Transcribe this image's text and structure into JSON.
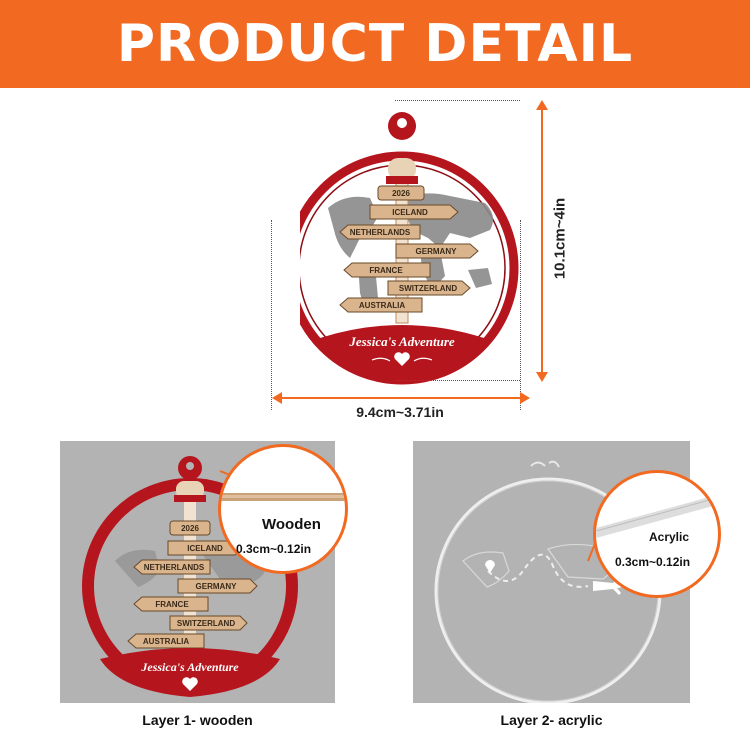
{
  "banner": {
    "title": "PRODUCT DETAIL"
  },
  "ornament": {
    "year": "2026",
    "signs": [
      "ICELAND",
      "NETHERLANDS",
      "GERMANY",
      "FRANCE",
      "SWITZERLAND",
      "AUSTRALIA"
    ],
    "banner_text": "Jessica's Adventure"
  },
  "dimensions": {
    "height": "10.1cm~4in",
    "width": "9.4cm~3.71in"
  },
  "layer1": {
    "material": "Wooden",
    "thickness": "0.3cm~0.12in",
    "caption": "Layer 1- wooden"
  },
  "layer2": {
    "material": "Acrylic",
    "thickness": "0.3cm~0.12in",
    "caption": "Layer 2- acrylic"
  },
  "colors": {
    "accent": "#f26a21",
    "ornament_red": "#b5161e",
    "wood": "#d9b48c",
    "panel_gray": "#b3b3b3"
  },
  "icons": [
    "map-pin-icon",
    "heart-icon",
    "airplane-icon"
  ]
}
